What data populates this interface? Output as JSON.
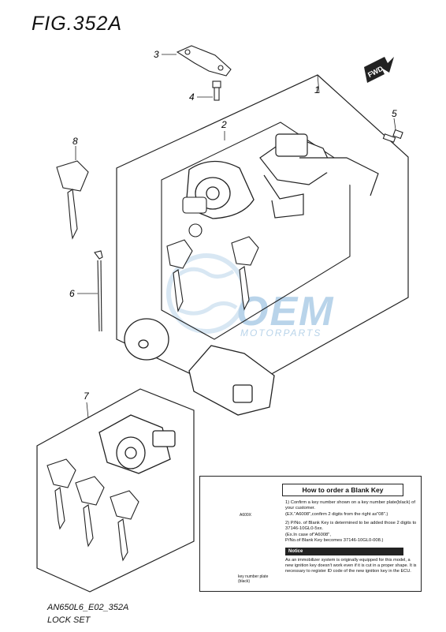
{
  "figure": {
    "title": "FIG.352A"
  },
  "footer": {
    "code": "AN650L6_E02_352A",
    "name": "LOCK SET"
  },
  "fwd_arrow": {
    "label": "FWD"
  },
  "callouts": [
    "1",
    "2",
    "3",
    "4",
    "5",
    "6",
    "7",
    "8"
  ],
  "watermark": {
    "main": "OEM",
    "sub": "MOTORPARTS",
    "color": "#b9d4ea"
  },
  "notice": {
    "header": "How to order a Blank Key",
    "steps": [
      "1) Confirm a key number shown on a key number plate(black) of your customer.",
      "(EX.\"A6008\",confirm 2 digits from the right as\"08\".)",
      "2) P/No. of Blank Key is determined to be added those 2 digits to 37146-10GL0-5xx.",
      "(Ex.In case of\"A6008\",",
      "P/No.of Blank Key becomes 37146-10GL0-008.)"
    ],
    "warning_label": "Notice",
    "warning_text": "As an immobilizer system is originally equipped for this model, a new ignition key doesn't work even if it is cut in a proper shape. It is necessary to register ID code of the new ignition key in the ECU.",
    "key_tag": "A600X",
    "plate_label_line1": "key number plate",
    "plate_label_line2": "(black)"
  }
}
